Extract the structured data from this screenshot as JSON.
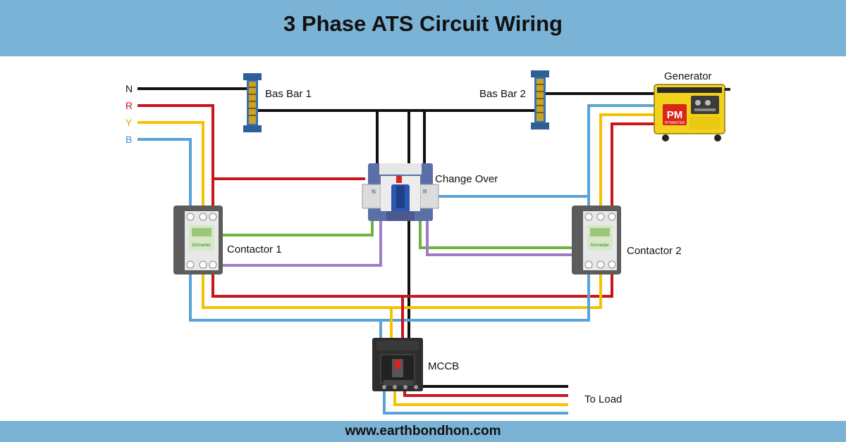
{
  "header": {
    "title": "3 Phase ATS Circuit Wiring"
  },
  "footer": {
    "website": "www.earthbondhon.com"
  },
  "phases": {
    "n": "N",
    "r": "R",
    "y": "Y",
    "b": "B"
  },
  "labels": {
    "busbar1": "Bas Bar 1",
    "busbar2": "Bas Bar 2",
    "generator": "Generator",
    "changeover": "Change Over",
    "contactor1": "Contactor 1",
    "contactor2": "Contactor 2",
    "mccb": "MCCB",
    "to_load": "To Load",
    "gen_brand": "PM",
    "gen_model": "PITMASTER"
  },
  "colors": {
    "neutral": "#111111",
    "red": "#c8151b",
    "yellow": "#f6c200",
    "blue": "#5aa2d8",
    "green": "#6cb33f",
    "purple": "#a07cc5",
    "banner": "#7bb3d6",
    "busbar": "#3a6fb0",
    "generator": "#f2d21a"
  }
}
